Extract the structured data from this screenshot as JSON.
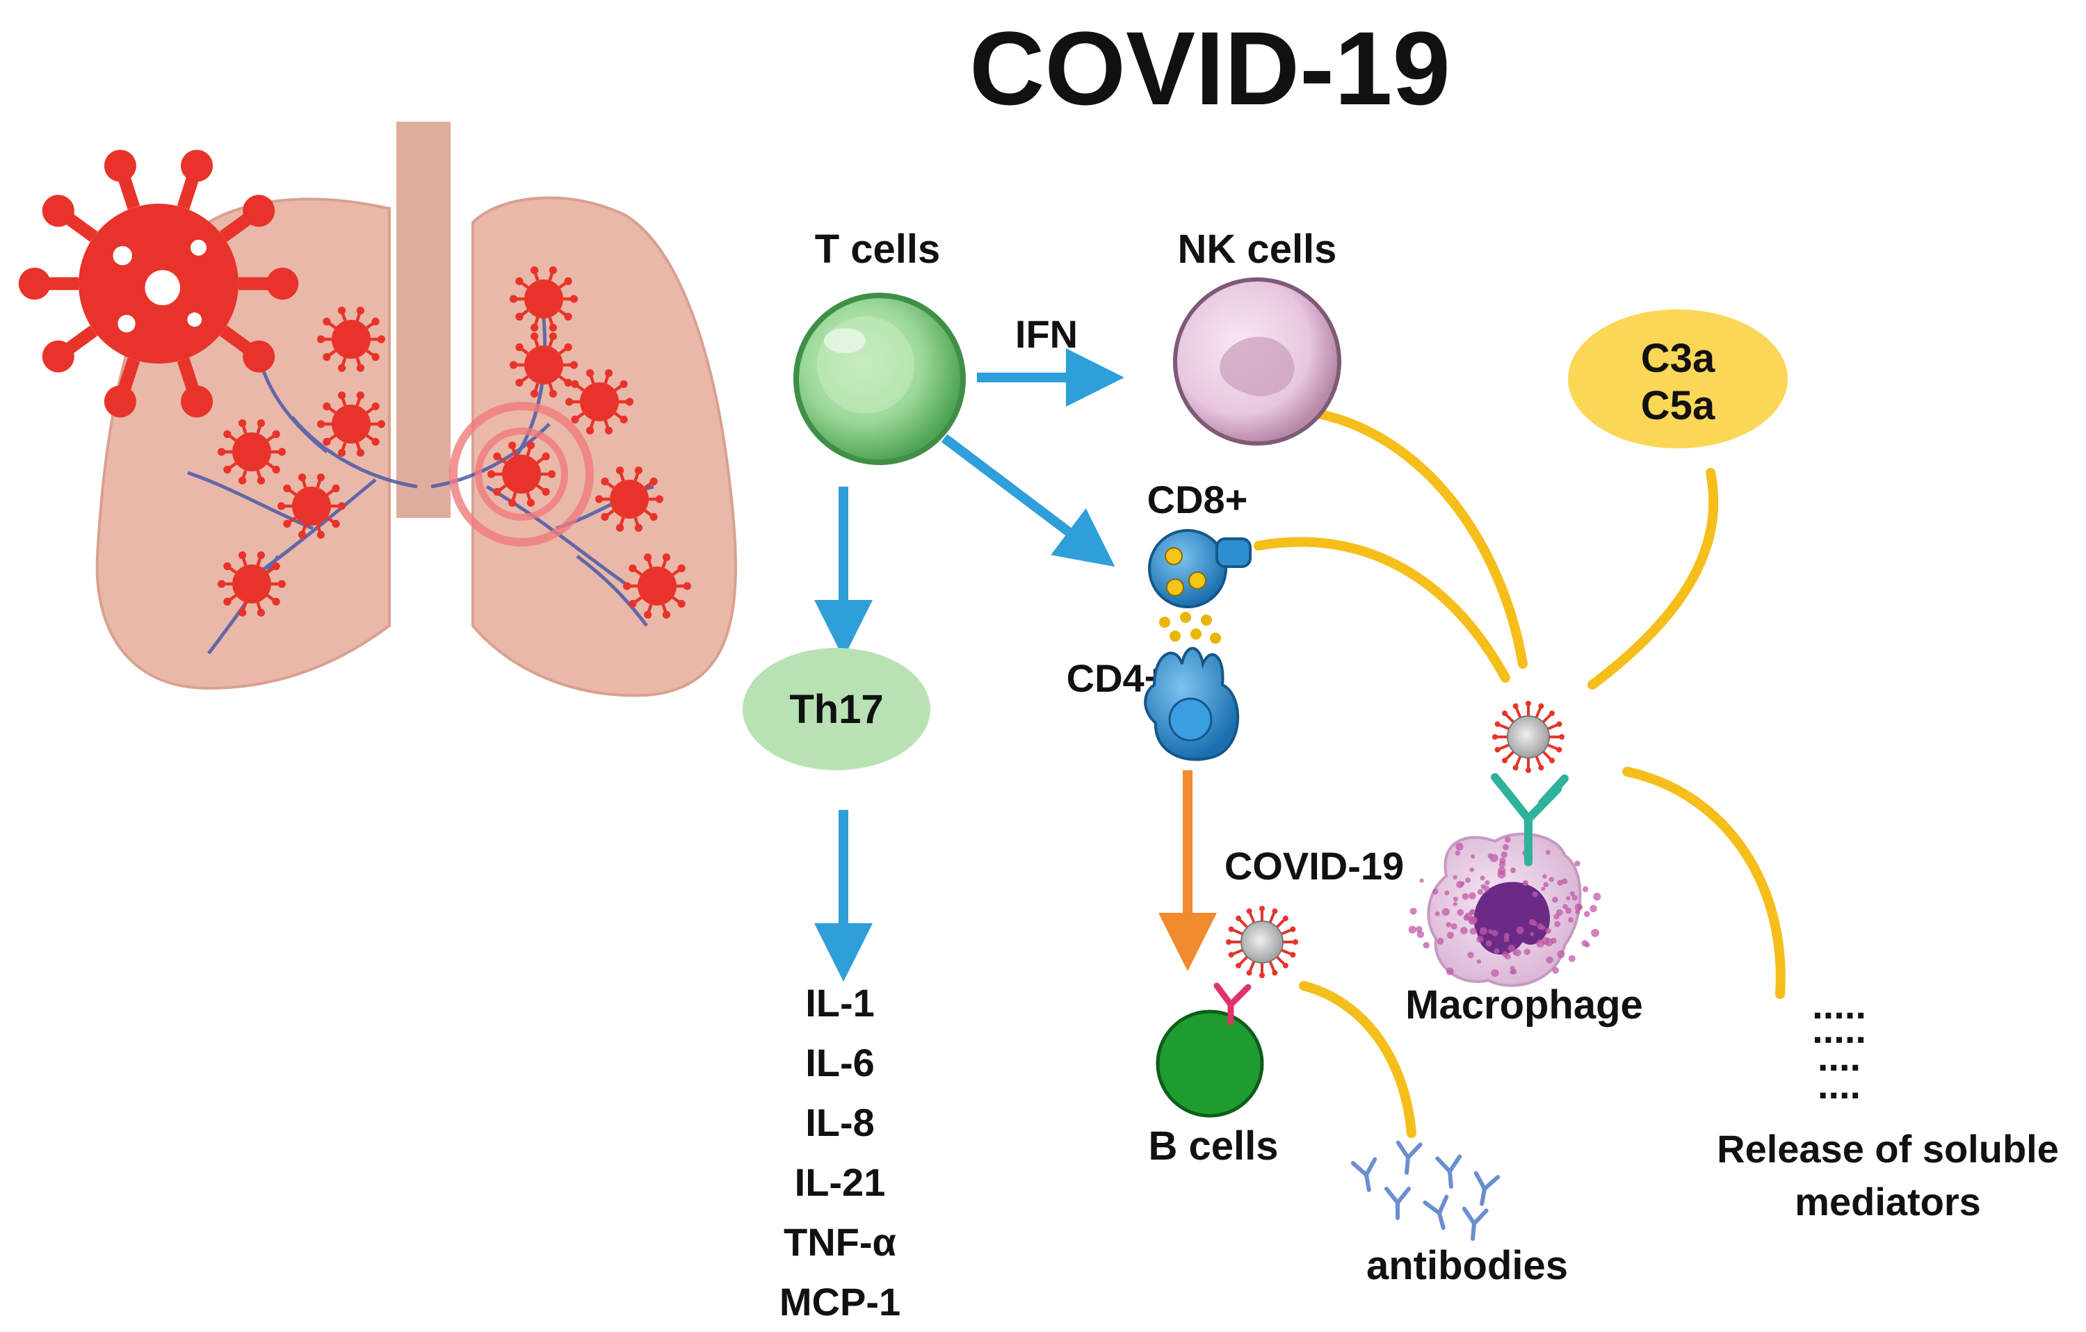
{
  "title": "COVID-19",
  "cells": {
    "t_cells": "T cells",
    "nk_cells": "NK cells",
    "cd8": "CD8+",
    "cd4": "CD4+",
    "th17": "Th17",
    "b_cells": "B cells",
    "macrophage": "Macrophage"
  },
  "labels": {
    "ifn": "IFN",
    "complement_c3a": "C3a",
    "complement_c5a": "C5a",
    "virus_label": "COVID-19",
    "antibodies": "antibodies",
    "release_line1": "Release of soluble",
    "release_line2": "mediators",
    "dots": [
      ".....",
      ".....",
      "....",
      "...."
    ]
  },
  "cytokines": [
    "IL-1",
    "IL-6",
    "IL-8",
    "IL-21",
    "TNF-α",
    "MCP-1"
  ],
  "colors": {
    "arrow_blue": "#2e9fd8",
    "arrow_orange": "#f28a2e",
    "link_yellow": "#f5be1b",
    "virus_red": "#e8332a",
    "lung_pink": "#e6b3a4",
    "t_cell_green": "#8fd08a",
    "th17_green": "#b9e2b4",
    "nk_pink": "#e7c6de",
    "complement_yellow": "#fbd757",
    "b_cell_green": "#1f9c2f",
    "lymphocyte_blue": "#2d8fd0",
    "macrophage_purple": "#8f3a8f"
  },
  "icons": [
    "lungs-illustration",
    "virus-icon",
    "t-cell-icon",
    "nk-cell-icon",
    "cd8-cell-icon",
    "cd4-cell-icon",
    "b-cell-icon",
    "macrophage-icon",
    "antibody-icon"
  ]
}
